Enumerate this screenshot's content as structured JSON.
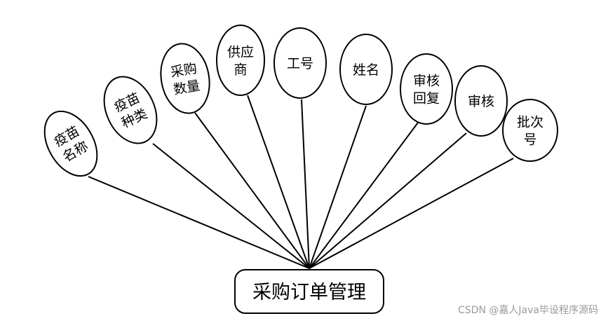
{
  "entity": {
    "label": "采购订单管理"
  },
  "attributes": [
    {
      "id": "vaccine-name",
      "lines": [
        "疫苗",
        "名称"
      ]
    },
    {
      "id": "vaccine-type",
      "lines": [
        "疫苗",
        "种类"
      ]
    },
    {
      "id": "purchase-quantity",
      "lines": [
        "采购",
        "数量"
      ]
    },
    {
      "id": "supplier",
      "lines": [
        "供应",
        "商"
      ]
    },
    {
      "id": "employee-id",
      "lines": [
        "工号"
      ]
    },
    {
      "id": "name",
      "lines": [
        "姓名"
      ]
    },
    {
      "id": "review-reply",
      "lines": [
        "审核",
        "回复"
      ]
    },
    {
      "id": "review",
      "lines": [
        "审核"
      ]
    },
    {
      "id": "batch-number",
      "lines": [
        "批次",
        "号"
      ]
    }
  ],
  "watermark": "CSDN @嘉人Java毕设程序源码",
  "colors": {
    "stroke": "#000000",
    "background": "#ffffff",
    "watermark": "#9a9a9a"
  }
}
